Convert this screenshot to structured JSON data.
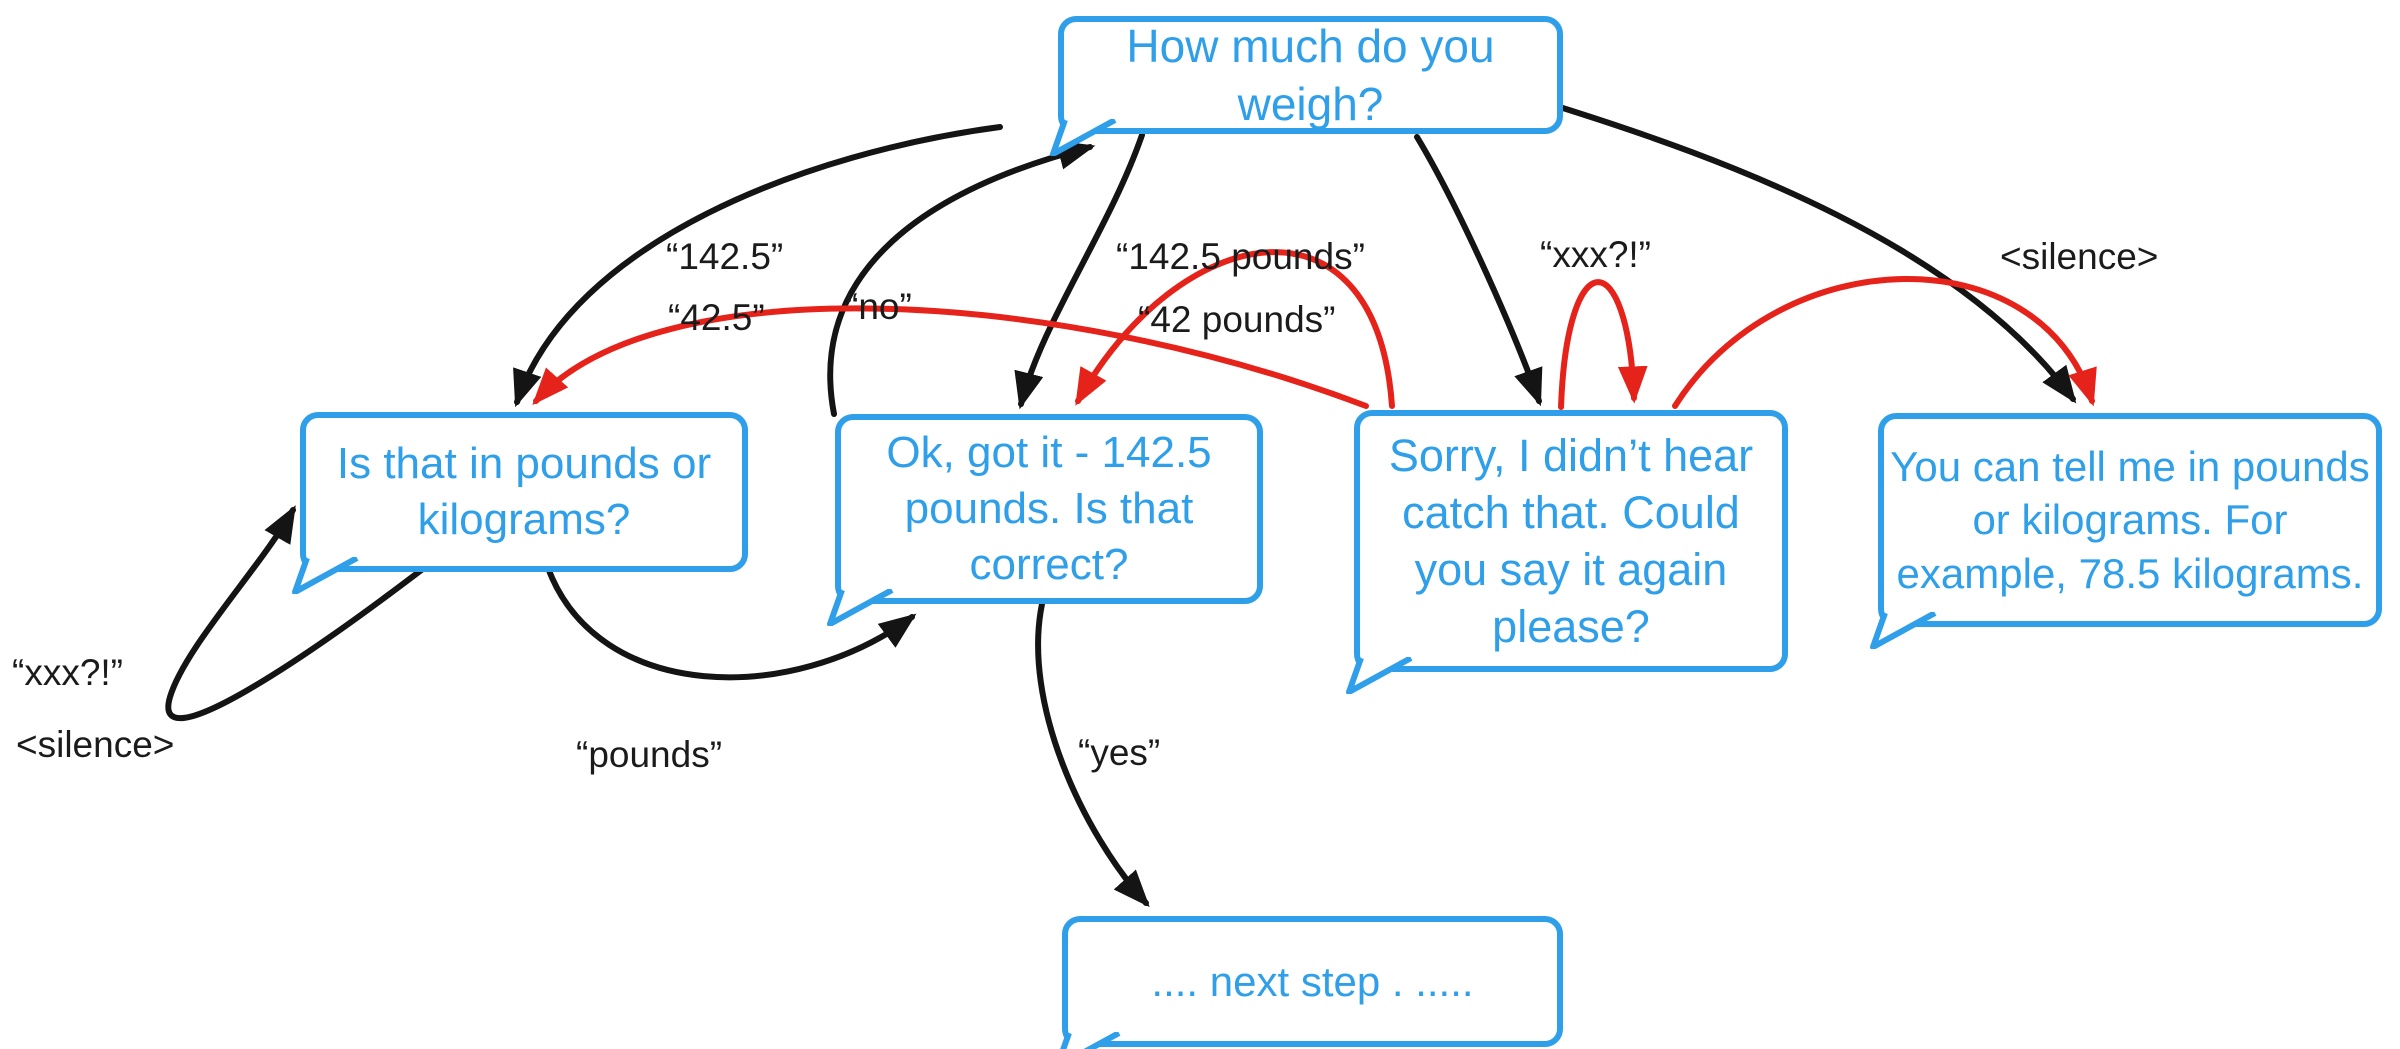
{
  "diagram": {
    "colors": {
      "bubble_blue": "#2E9FE8",
      "retry_red": "#E5231B",
      "primary_black": "#141414"
    },
    "nodes": {
      "ask": {
        "text": "How much do you weigh?"
      },
      "clarify": {
        "text": "Is that in pounds or\nkilograms?"
      },
      "confirm": {
        "text": "Ok, got it - 142.5\npounds. Is that\ncorrect?"
      },
      "reprompt": {
        "text": "Sorry, I didn’t hear\ncatch that. Could\nyou say it again\nplease?"
      },
      "help": {
        "text": "You can tell me in pounds\nor kilograms. For\nexample, 78.5 kilograms."
      },
      "next": {
        "text": "....  next step . ....."
      }
    },
    "edge_labels": {
      "v142_5": "“142.5”",
      "v42_5": "“42.5”",
      "no": "“no”",
      "v142_5_pounds": "“142.5 pounds”",
      "v42_pounds": "“42 pounds”",
      "xxx_top": "“xxx?!”",
      "silence_right": "<silence>",
      "xxx_left": "“xxx?!”",
      "silence_left": "<silence>",
      "pounds": "“pounds”",
      "yes": "“yes”"
    },
    "edges": [
      {
        "from": "ask",
        "to": "clarify",
        "color": "black",
        "label": "“142.5”"
      },
      {
        "from": "ask",
        "to": "confirm",
        "color": "black",
        "label": "“142.5 pounds”"
      },
      {
        "from": "ask",
        "to": "reprompt",
        "color": "black",
        "label": "“xxx?!”"
      },
      {
        "from": "ask",
        "to": "help",
        "color": "black",
        "label": "<silence>"
      },
      {
        "from": "confirm",
        "to": "ask",
        "color": "black",
        "label": "“no”"
      },
      {
        "from": "clarify",
        "to": "confirm",
        "color": "black",
        "label": "“pounds”"
      },
      {
        "from": "confirm",
        "to": "next",
        "color": "black",
        "label": "“yes”"
      },
      {
        "from": "clarify",
        "to": "clarify",
        "color": "black",
        "label": "“xxx?!” / <silence>"
      },
      {
        "from": "reprompt",
        "to": "clarify",
        "color": "red",
        "label": "“42.5”"
      },
      {
        "from": "reprompt",
        "to": "confirm",
        "color": "red",
        "label": "“42 pounds”"
      },
      {
        "from": "reprompt",
        "to": "reprompt",
        "color": "red",
        "label": "“xxx?!”"
      },
      {
        "from": "reprompt",
        "to": "help",
        "color": "red",
        "label": "<silence>"
      }
    ]
  }
}
